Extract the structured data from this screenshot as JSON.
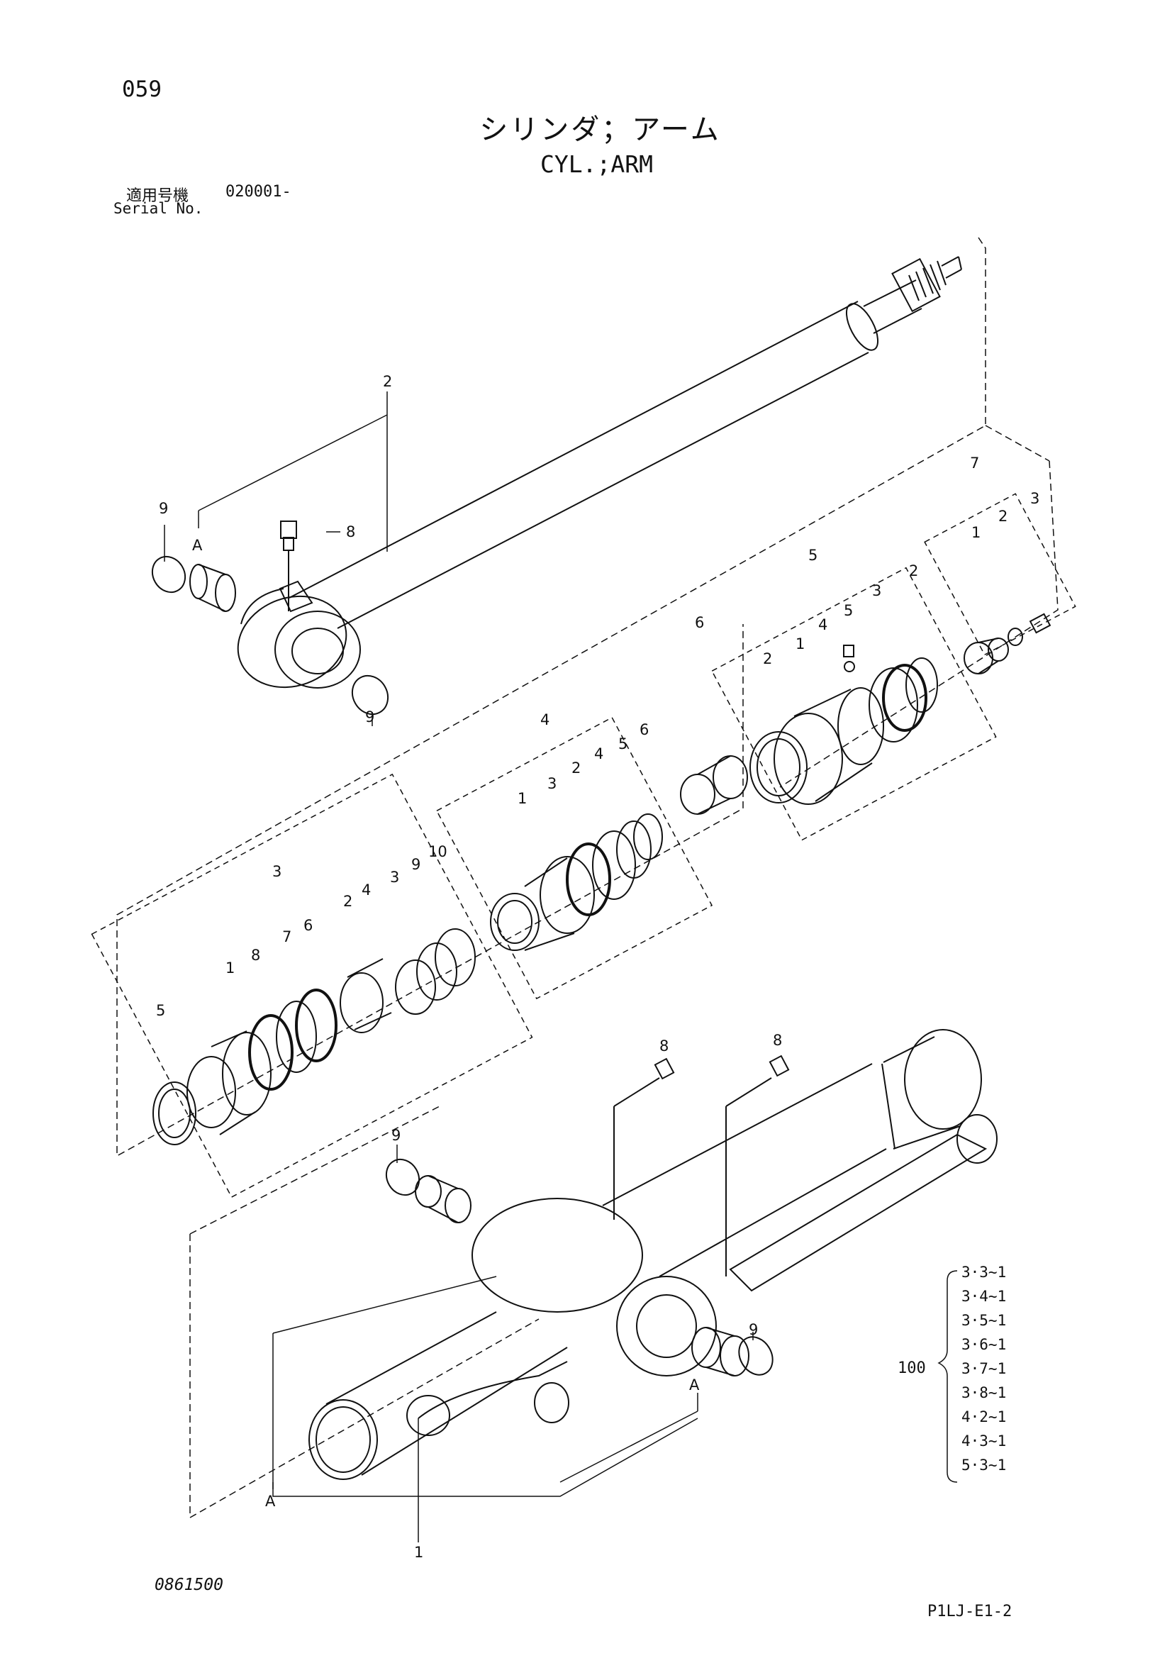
{
  "page_number": "059",
  "title_jp": "シリンダ；アーム",
  "title_en": "CYL.;ARM",
  "serial": {
    "label_jp": "適用号機",
    "label_en": "Serial No.",
    "value": "020001-"
  },
  "callouts": {
    "rod": "2",
    "rod_bushing": "A",
    "rod_wiper_left": "9",
    "rod_wiper_right": "9",
    "rod_grease": "8",
    "kit7": "7",
    "kit7_p1": "1",
    "kit7_p2": "2",
    "kit7_p3": "3",
    "kit5": "5",
    "kit5_p2": "2",
    "kit5_p1": "1",
    "kit5_p4": "4",
    "kit5_p5": "5",
    "kit5_p3": "3",
    "kit5_p2b": "2",
    "item6": "6",
    "kit4": "4",
    "kit4_p1": "1",
    "kit4_p3": "3",
    "kit4_p2": "2",
    "kit4_p4": "4",
    "kit4_p5": "5",
    "kit4_p6": "6",
    "kit3": "3",
    "kit3_p5": "5",
    "kit3_p1": "1",
    "kit3_p8": "8",
    "kit3_p7": "7",
    "kit3_p6": "6",
    "kit3_p2": "2",
    "kit3_p4": "4",
    "kit3_p3": "3",
    "kit3_p9": "9",
    "kit3_p10": "10",
    "tube_grease_left": "8",
    "tube_grease_right": "8",
    "tube_wiper_left": "9",
    "tube_wiper_right": "9",
    "tube_bushing_a_left": "A",
    "tube_bushing_a_right": "A",
    "tube": "1"
  },
  "seal_kit": {
    "label": "100",
    "items": [
      "3·3~1",
      "3·4~1",
      "3·5~1",
      "3·6~1",
      "3·7~1",
      "3·8~1",
      "4·2~1",
      "4·3~1",
      "5·3~1"
    ]
  },
  "footer": {
    "code": "0861500",
    "ref": "P1LJ-E1-2"
  }
}
